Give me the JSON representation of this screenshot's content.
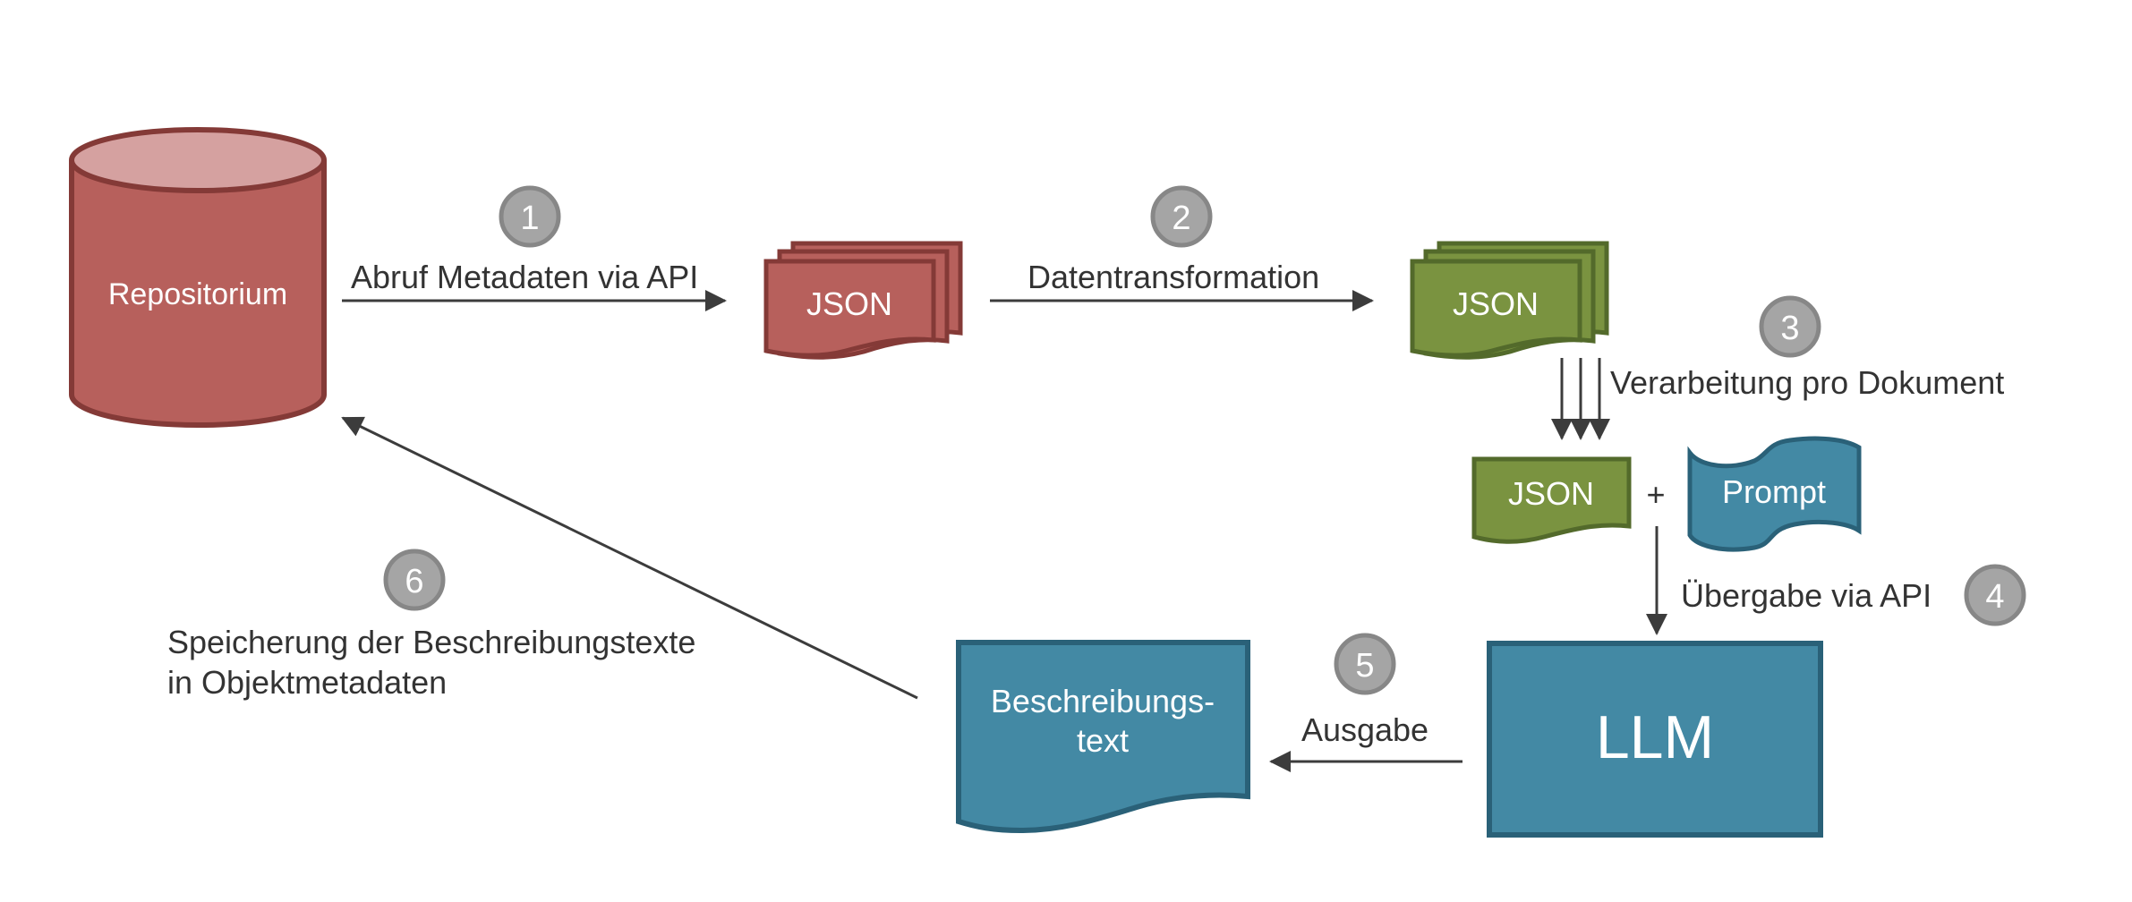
{
  "diagram": {
    "colors": {
      "repo_fill": "#B7605C",
      "repo_stroke": "#843A37",
      "repo_top": "#D5A1A0",
      "json_red_fill": "#B7605C",
      "json_red_stroke": "#843A37",
      "json_green_fill": "#7A9340",
      "json_green_stroke": "#536A2B",
      "blue_fill": "#4389A4",
      "blue_stroke": "#2A6178",
      "step_fill": "#A5A5A5",
      "step_stroke": "#878787",
      "arrow": "#3C3C3C"
    },
    "nodes": {
      "repository": "Repositorium",
      "json_raw": "JSON",
      "json_transformed": "JSON",
      "json_single": "JSON",
      "plus": "+",
      "prompt": "Prompt",
      "llm": "LLM",
      "description_line1": "Beschreibungs-",
      "description_line2": "text"
    },
    "steps": [
      {
        "number": "1",
        "label": "Abruf Metadaten via API"
      },
      {
        "number": "2",
        "label": "Datentransformation"
      },
      {
        "number": "3",
        "label": "Verarbeitung pro Dokument"
      },
      {
        "number": "4",
        "label": "Übergabe via API"
      },
      {
        "number": "5",
        "label": "Ausgabe"
      },
      {
        "number": "6",
        "label_line1": "Speicherung der Beschreibungstexte",
        "label_line2": "in Objektmetadaten"
      }
    ]
  }
}
